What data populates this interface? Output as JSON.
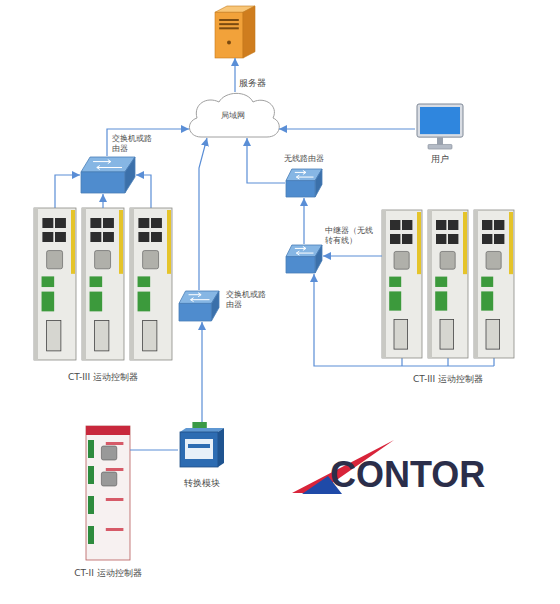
{
  "diagram": {
    "nodes": [
      {
        "text": [
          "服务器"
        ]
      },
      {
        "text": [
          "局域网"
        ]
      },
      {
        "text": [
          "用户"
        ]
      },
      {
        "text": [
          "交换机或路由器"
        ]
      },
      {
        "text": [
          "无线路由器"
        ]
      },
      {
        "text": [
          "中继器（无线转有线）"
        ]
      },
      {
        "text": [
          "CT-III 运动控制器"
        ]
      },
      {
        "text": [
          "交换机或路由器"
        ]
      },
      {
        "text": [
          "转换模块"
        ]
      },
      {
        "text": [
          "CT-II 运动控制器"
        ]
      },
      {
        "text": [
          "CT-III 运动控制器"
        ]
      }
    ],
    "edges": [
      {
        "from": 1,
        "to": 0,
        "arrow": "to"
      },
      {
        "from": 3,
        "to": 1,
        "arrow": "to"
      },
      {
        "from": 6,
        "to": 3,
        "arrow": "to"
      },
      {
        "from": 7,
        "to": 1,
        "arrow": "to"
      },
      {
        "from": 8,
        "to": 7,
        "arrow": "to"
      },
      {
        "from": 9,
        "to": 8,
        "arrow": "none"
      },
      {
        "from": 4,
        "to": 1,
        "arrow": "to"
      },
      {
        "from": 5,
        "to": 4,
        "arrow": "to"
      },
      {
        "from": 10,
        "to": 5,
        "arrow": "to"
      },
      {
        "from": 2,
        "to": 1,
        "arrow": "to"
      }
    ],
    "labels": [
      "CONTOR"
    ]
  }
}
